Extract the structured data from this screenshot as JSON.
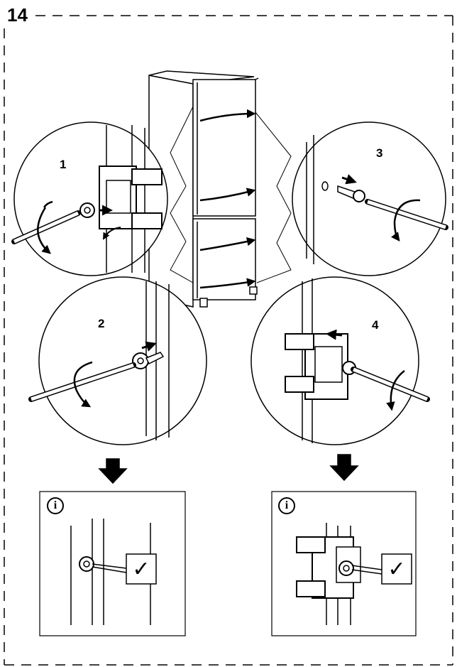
{
  "page_number": "14",
  "steps": [
    {
      "number": "1"
    },
    {
      "number": "2"
    },
    {
      "number": "3"
    },
    {
      "number": "4"
    }
  ],
  "info_boxes": [
    {
      "icon": "info-icon",
      "check": "✓"
    },
    {
      "icon": "info-icon",
      "check": "✓"
    }
  ],
  "colors": {
    "line": "#000000",
    "background": "#ffffff"
  }
}
